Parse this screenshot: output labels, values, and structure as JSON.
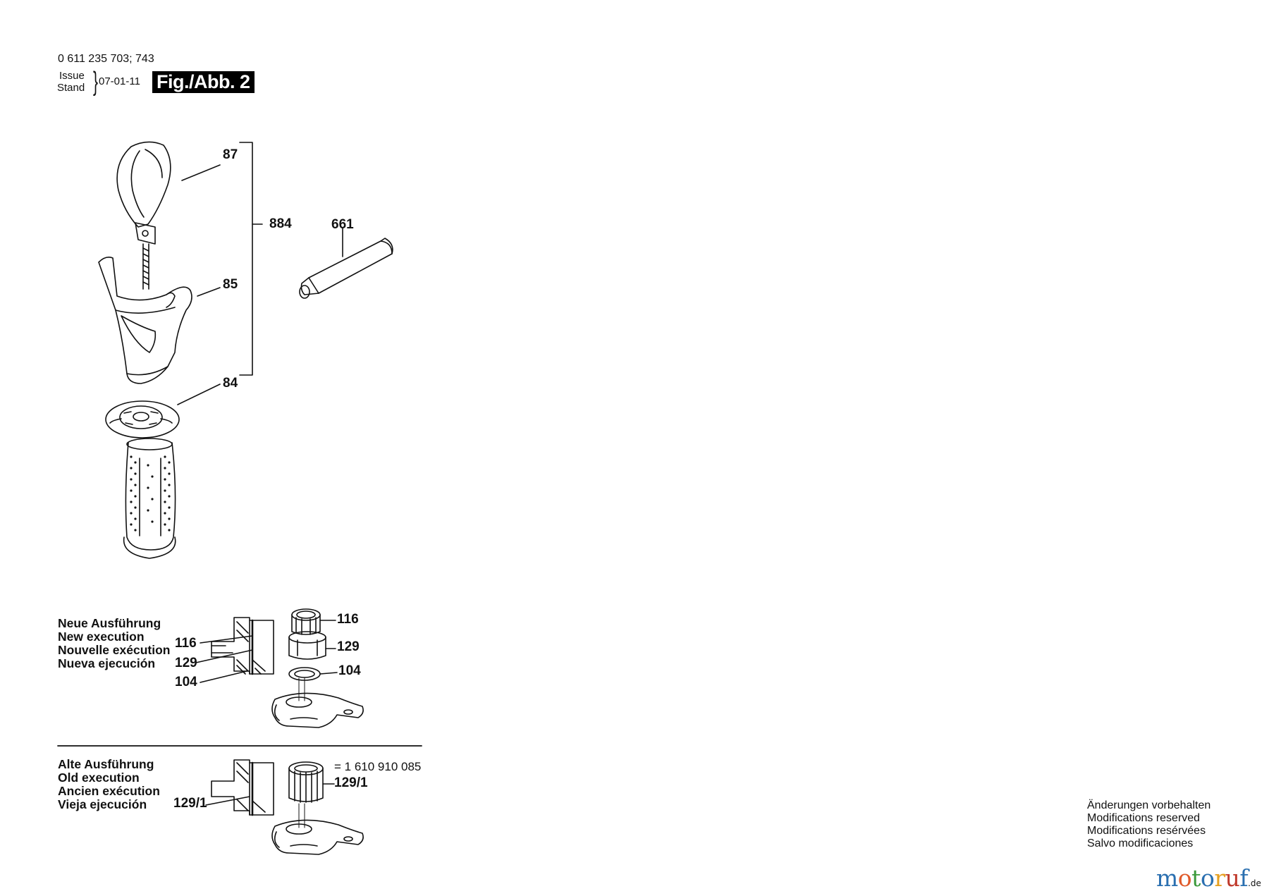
{
  "header": {
    "part_numbers": "0 611 235 703; 743",
    "issue_label": "Issue",
    "stand_label": "Stand",
    "date": "07-01-11",
    "figure_tag": "Fig./Abb. 2"
  },
  "callouts": {
    "c87": "87",
    "c884": "884",
    "c661": "661",
    "c85": "85",
    "c84": "84",
    "n116a": "116",
    "n116b": "116",
    "n129a": "129",
    "n129b": "129",
    "n104a": "104",
    "n104b": "104",
    "o129a": "129/1",
    "o129b": "129/1"
  },
  "new_execution": {
    "de": "Neue Ausführung",
    "en": "New execution",
    "fr": "Nouvelle exécution",
    "es": "Nueva ejecución"
  },
  "old_execution": {
    "de": "Alte Ausführung",
    "en": "Old execution",
    "fr": "Ancien exécution",
    "es": "Vieja ejecución",
    "replacement": "= 1 610 910 085"
  },
  "modifications": {
    "de": "Änderungen vorbehalten",
    "en": "Modifications reserved",
    "fr": "Modifications resérvées",
    "es": "Salvo modificaciones"
  },
  "watermark": {
    "brand": "motoruf",
    "tld": ".de",
    "colors": [
      "#2a6fb0",
      "#e05a2a",
      "#3b9a3b",
      "#2a6fb0",
      "#e6a020",
      "#c0392b",
      "#2a6fb0"
    ]
  }
}
